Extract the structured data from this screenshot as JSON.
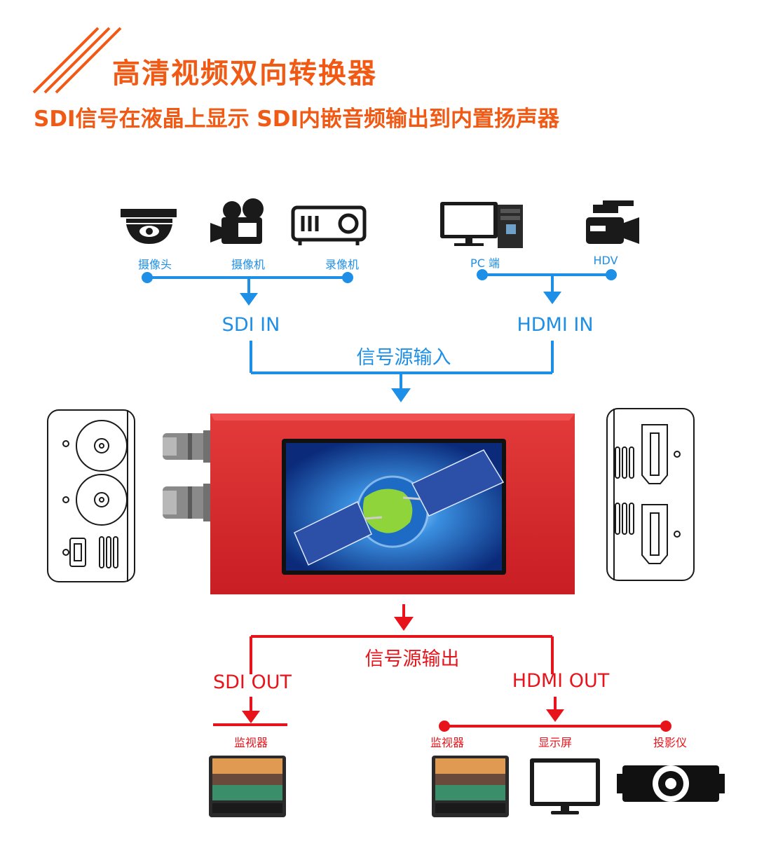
{
  "title": "高清视频双向转换器",
  "subtitle": "SDI信号在液晶上显示 SDI内嵌音频输出到内置扬声器",
  "inputs": {
    "sdi_sources": [
      "摄像头",
      "摄像机",
      "录像机"
    ],
    "hdmi_sources": [
      "PC 端",
      "HDV"
    ],
    "sdi_in_label": "SDI IN",
    "hdmi_in_label": "HDMI IN",
    "group_label": "信号源输入"
  },
  "outputs": {
    "group_label": "信号源输出",
    "sdi_out_label": "SDI OUT",
    "hdmi_out_label": "HDMI OUT",
    "sdi_targets": [
      "监视器"
    ],
    "hdmi_targets": [
      "监视器",
      "显示屏",
      "投影仪"
    ]
  },
  "colors": {
    "accent": "#f05a14",
    "input_line": "#1e8fe6",
    "output_line": "#e8141b",
    "device_body": "#d9262b"
  },
  "icons": {
    "sources": [
      "dome-camera-icon",
      "video-camera-icon",
      "recorder-icon",
      "pc-icon",
      "hdv-camcorder-icon"
    ],
    "targets": [
      "monitor-icon",
      "display-icon",
      "projector-icon"
    ]
  }
}
